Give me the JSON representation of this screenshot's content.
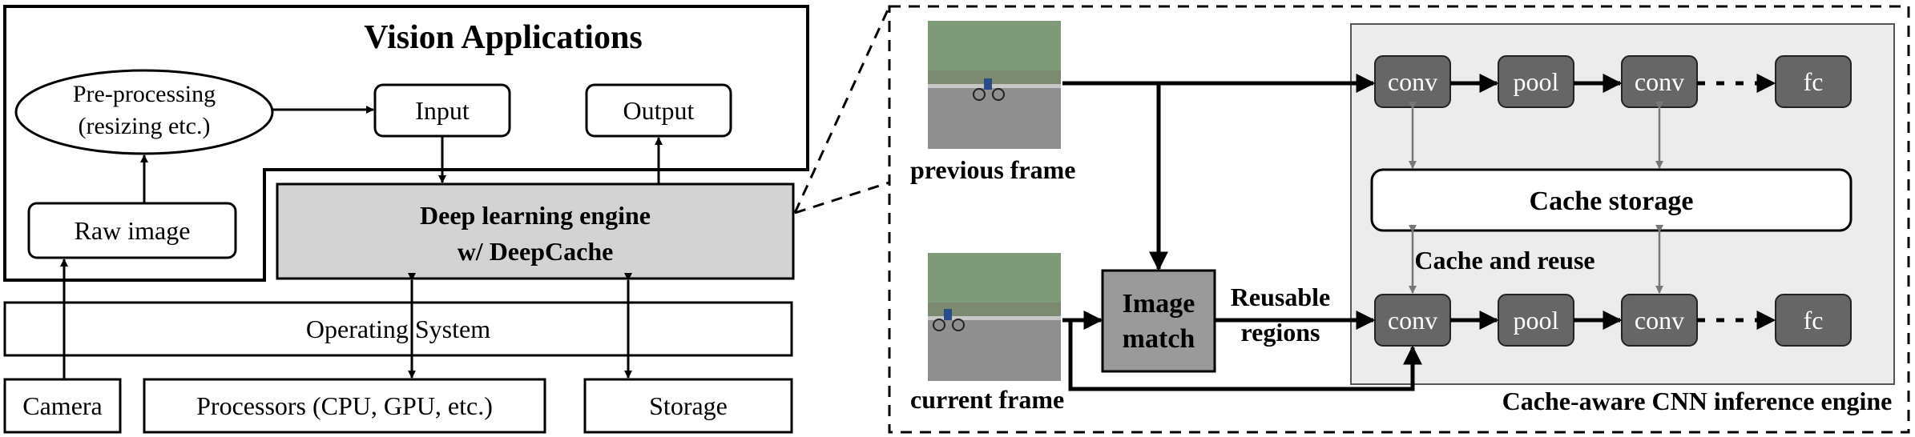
{
  "left": {
    "title": "Vision Applications",
    "preprocessing_line1": "Pre-processing",
    "preprocessing_line2": "(resizing etc.)",
    "input": "Input",
    "output": "Output",
    "raw_image": "Raw image",
    "engine_line1": "Deep learning engine",
    "engine_line2": "w/ DeepCache",
    "os": "Operating System",
    "camera": "Camera",
    "processors": "Processors (CPU, GPU, etc.)",
    "storage": "Storage"
  },
  "right": {
    "previous_frame": "previous frame",
    "current_frame": "current frame",
    "image_match_line1": "Image",
    "image_match_line2": "match",
    "reusable_line1": "Reusable",
    "reusable_line2": "regions",
    "top_row": [
      "conv",
      "pool",
      "conv",
      "fc"
    ],
    "bottom_row": [
      "conv",
      "pool",
      "conv",
      "fc"
    ],
    "cache_storage": "Cache storage",
    "cache_and_reuse": "Cache and reuse",
    "engine_label": "Cache-aware CNN inference engine"
  },
  "colors": {
    "engine_fill": "#d3d3d3",
    "panel_fill": "#ececec",
    "node_fill": "#666666",
    "image_match_fill": "#9a9a9a"
  }
}
